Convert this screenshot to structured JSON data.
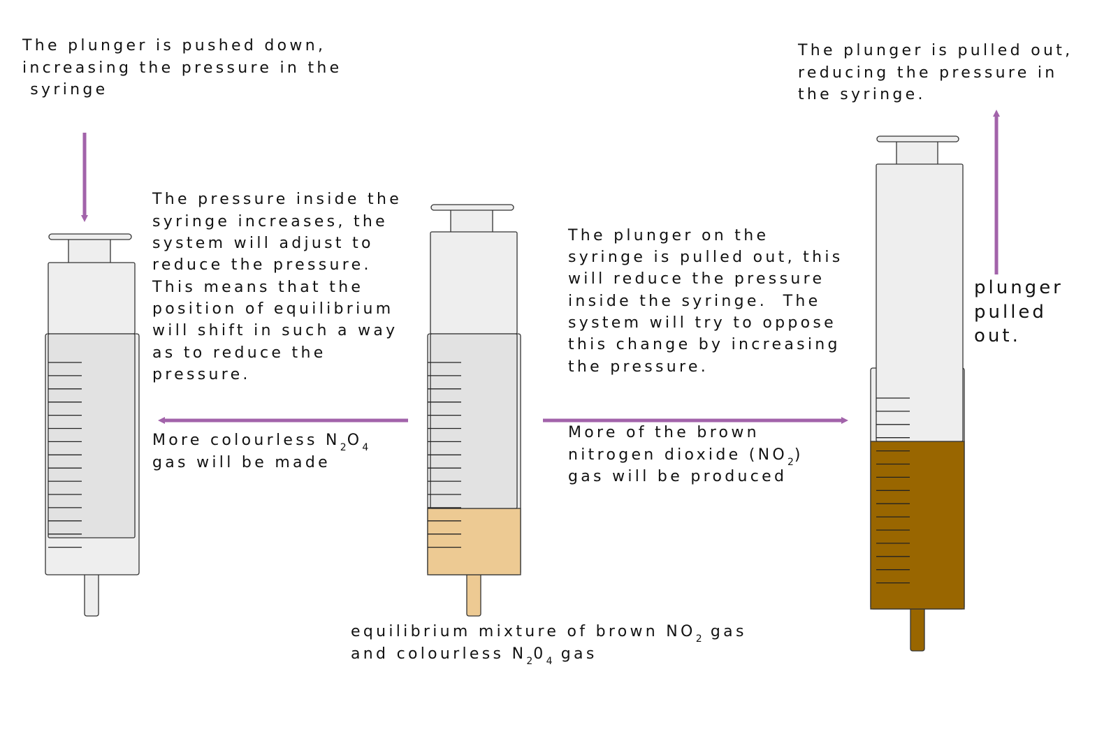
{
  "colors": {
    "arrow": "#a263aa",
    "colourless": "#eeeeee",
    "beige_mixture": "#edca93",
    "brown_no2": "#996600"
  },
  "top_left": {
    "lines": [
      "The plunger is pushed down,",
      "increasing the pressure in the",
      " syringe"
    ]
  },
  "top_right": {
    "lines": [
      "The plunger is pulled out,",
      "reducing the pressure in",
      "the syringe."
    ]
  },
  "left_explanation": {
    "lines": [
      "The pressure inside the",
      "syringe increases, the",
      "system will adjust to",
      "reduce the pressure.",
      "This means that the",
      "position of equilibrium",
      "will shift in such a way",
      "as to reduce the",
      "pressure."
    ]
  },
  "right_explanation": {
    "lines": [
      "The plunger on the",
      "syringe is pulled out, this",
      "will reduce the pressure",
      "inside the syringe.  The",
      "system will try to oppose",
      "this change by increasing",
      "the pressure."
    ]
  },
  "left_result": {
    "line1": [
      "More colourless N",
      "2",
      "O",
      "4"
    ],
    "line2": "gas will be made"
  },
  "right_result": {
    "line1": "More of the brown",
    "line2": [
      "nitrogen dioxide (NO",
      "2",
      ")"
    ],
    "line3": "gas will be produced"
  },
  "plunger_label": {
    "lines": [
      "plunger",
      "pulled",
      "out."
    ]
  },
  "center_caption": {
    "line1": [
      "equilibrium mixture of brown NO",
      "2",
      " gas"
    ],
    "line2": [
      "and colourless N",
      "2",
      "0",
      "4",
      " gas"
    ]
  }
}
